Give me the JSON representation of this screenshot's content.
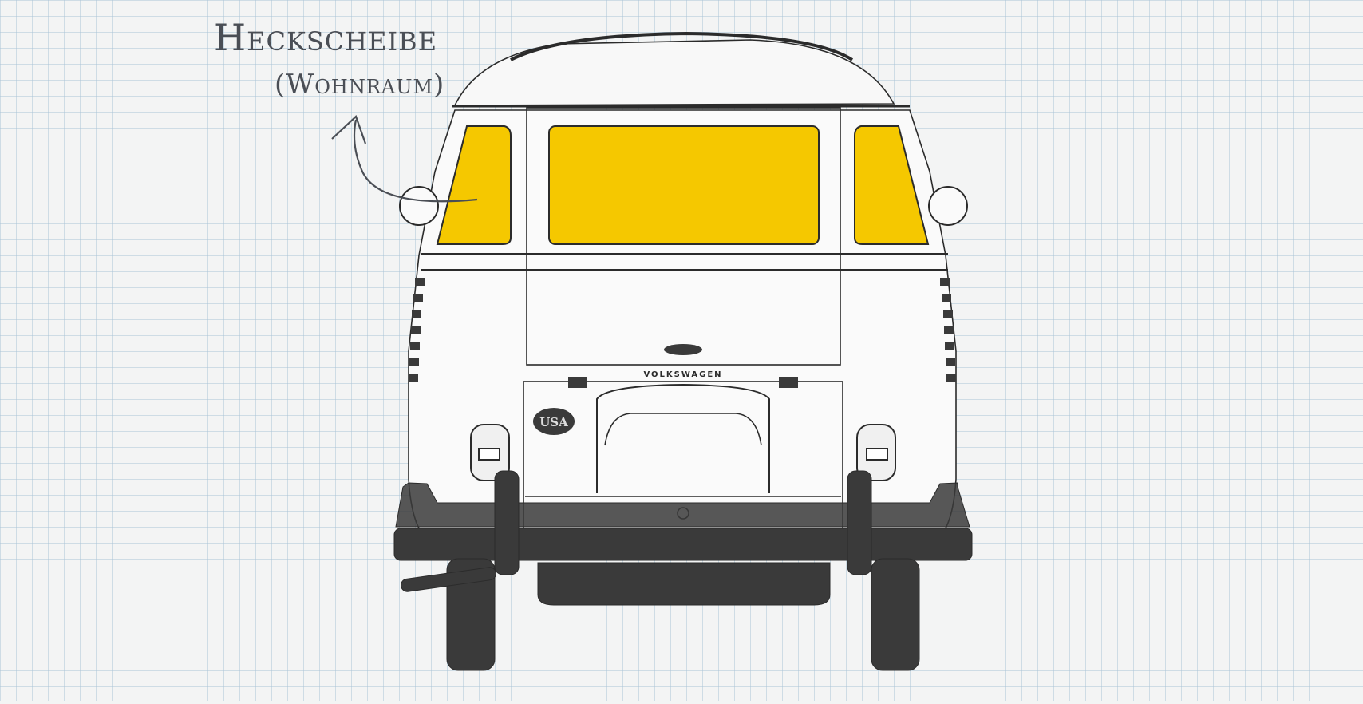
{
  "annotation": {
    "title": "Heckscheibe",
    "subtitle": "(Wohnraum)"
  },
  "vehicle": {
    "badge_text": "VOLKSWAGEN",
    "oval_badge_text": "USA"
  },
  "colors": {
    "paper": "#f3f4f4",
    "grid": "#a9c3d6",
    "window_highlight": "#f5c800",
    "outline": "#2b2b2b",
    "dark_parts": "#3a3a3a",
    "annotation_ink": "#4a4e55"
  },
  "icons": {
    "arrow": "curved-arrow-icon"
  }
}
